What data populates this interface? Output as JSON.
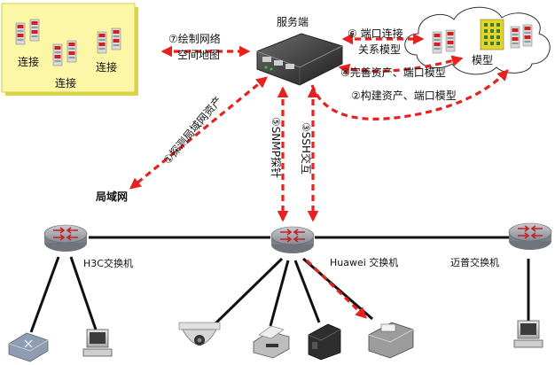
{
  "labels": {
    "server": "服务端",
    "lan": "局域网",
    "step1": "①探测局域网资产",
    "step2": "②构建资产、端口模型",
    "step3": "③SSH交互",
    "step4": "④完善资产、端口模型",
    "step5": "⑤SNMP探针",
    "step6_line1": "⑥ 端口连接",
    "step6_line2": "关系模型",
    "step7_line1": "⑦绘制网络",
    "step7_line2": "空间地图",
    "model": "模型",
    "connect1": "连接",
    "connect2": "连接",
    "connect3": "连接",
    "switch_h3c": "H3C交换机",
    "switch_huawei": "Huawei 交换机",
    "switch_maipu": "迈普交换机"
  },
  "colors": {
    "dashed_arrow": "#e8201f",
    "map_panel": "#fbf7a6",
    "map_border": "#d9cf3c",
    "network_line": "#111111"
  }
}
